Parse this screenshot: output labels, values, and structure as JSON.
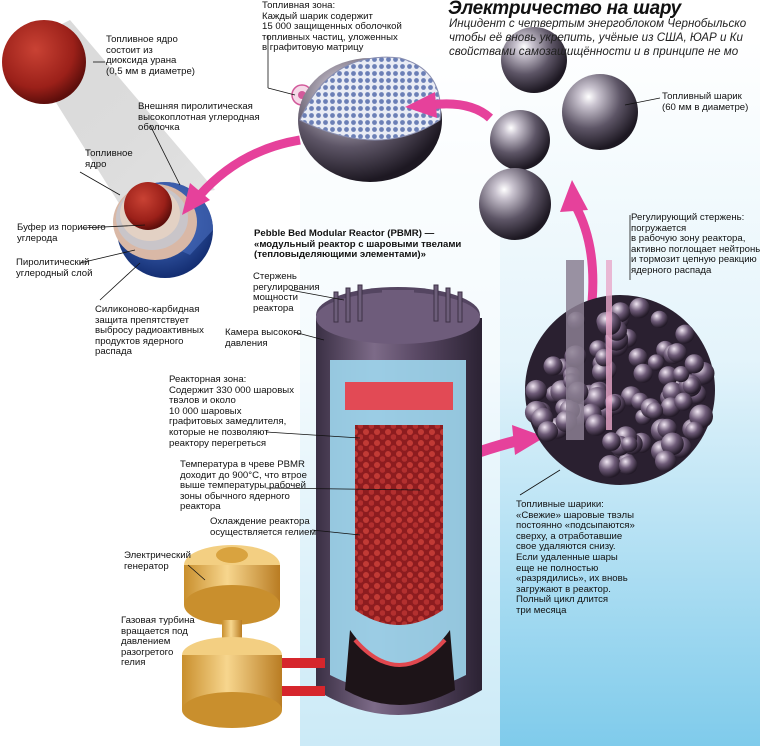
{
  "header": {
    "title": "Электричество на шару",
    "lead": "Инцидент с четвертым энергоблоком Чернобыльско\nчтобы её вновь укрепить, учёные из США, ЮАР и Ки\nсвойствами самозащищённости и в принципе не мо"
  },
  "labels": {
    "fuel_core_top": "Топливное ядро\nсостоит из\nдиоксида урана\n(0,5 мм в диаметре)",
    "fuel_zone": "Топливная зона:\nКаждый шарик содержит\n15 000 защищенных оболочкой\nтопливных частиц, уложенных\nв графитовую матрицу",
    "fuel_pebble": "Топливный шарик\n(60 мм в диаметре)",
    "outer_shell": "Внешняя пиролитическая\nвысокоплотная углеродная\nоболочка",
    "fuel_core": "Топливное\nядро",
    "buffer": "Буфер из пористого\nуглерода",
    "pyro_layer": "Пиролитический\nуглеродный слой",
    "sic_layer": "Силиконово-карбидная\nзащита препятствует\nвыбросу радиоактивных\nпродуктов ядерного\nраспада",
    "reactor_title": "Pebble Bed Modular Reactor (PBMR) —\n«модульный реактор с шаровыми твелами\n(тепловыделяющими элементами)»",
    "control_rod_power": "Стержень\nрегулирования\nмощности\nреактора",
    "pressure_chamber": "Камера высокого\nдавления",
    "reactor_zone": "Реакторная зона:\nСодержит 330 000 шаровых\nтвэлов и около\n10 000 шаровых\nграфитовых замедлителя,\nкоторые не позволяют\nреактору перегреться",
    "temperature": "Температура в чреве PBMR\nдоходит до 900°С, что втрое\nвыше температуры рабочей\nзоны обычного ядерного\nреактора",
    "helium_cooling": "Охлаждение реактора\nосуществляется гелием",
    "generator": "Электрический\nгенератор",
    "gas_turbine": "Газовая турбина\nвращается под\nдавлением\nразогретого\nгелия",
    "control_rod": "Регулирующий стержень:\nпогружается\nв рабочую зону реактора,\nактивно поглощает нейтроны\nи тормозит цепную реакцию\nядерного распада",
    "fresh_pebbles": "Топливные шарики:\n«Свежие» шаровые твэлы\nпостоянно «подсыпаются»\nсверху, а отработавшие\nсвое удаляются снизу.\nЕсли удаленные шары\nеще не полностью\n«разрядились», их вновь\nзагружают в реактор.\nПолный цикл длится\nтри месяца"
  },
  "colors": {
    "arrow_magenta": "#e6419b",
    "uranium_red": "#a3231c",
    "steel_purple": "#5b4a63",
    "sky_blue": "#8fd0ee",
    "graphite_blue": "#2c4fa3",
    "brass": "#e8b75a",
    "heat_red": "#b0262d"
  }
}
